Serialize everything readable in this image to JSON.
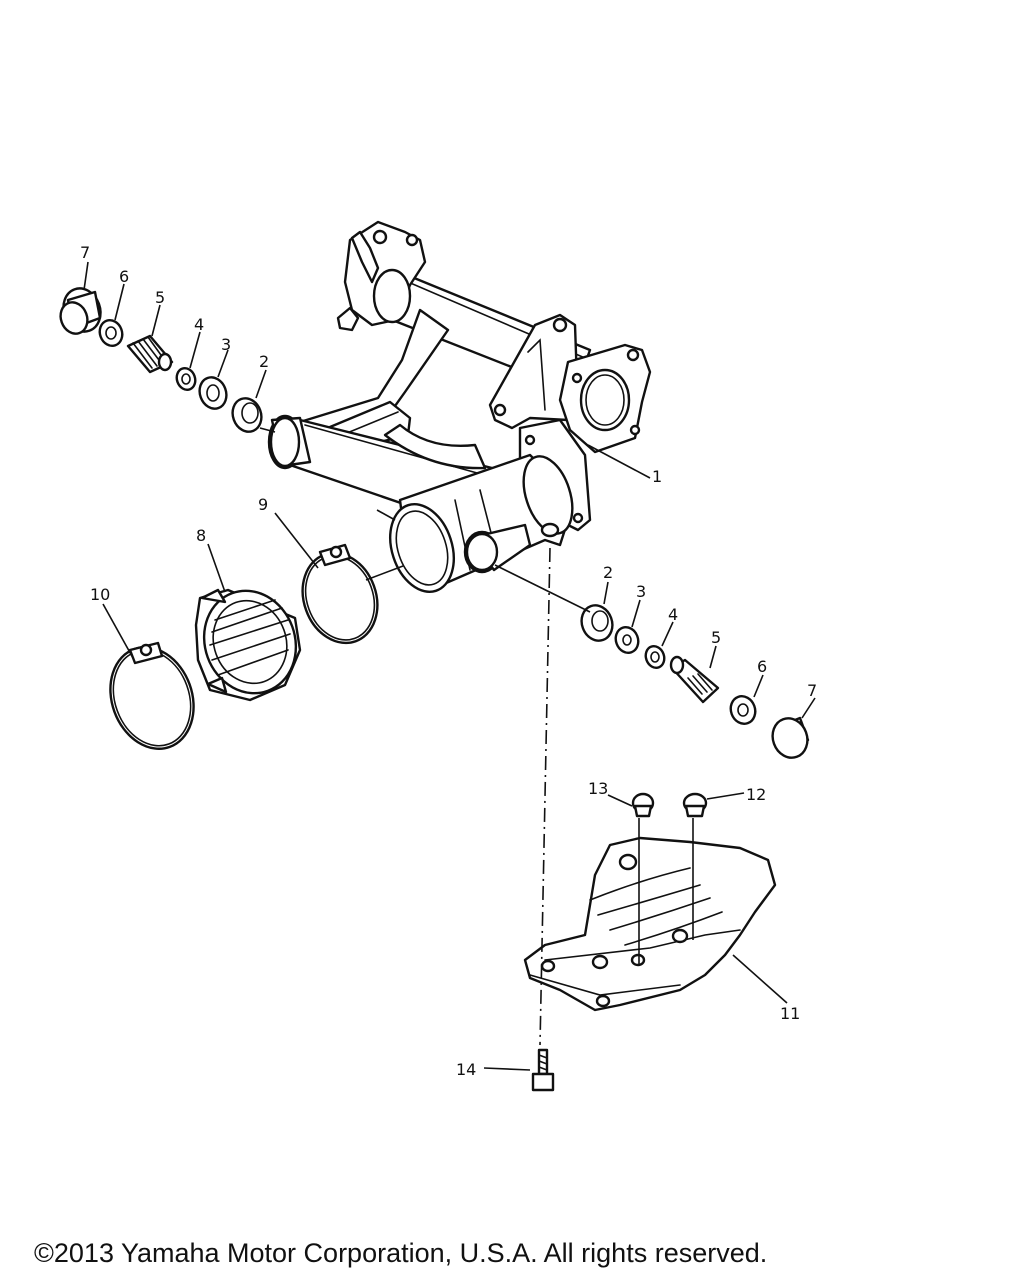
{
  "callouts": {
    "c1": "1",
    "c2a": "2",
    "c2b": "2",
    "c3a": "3",
    "c3b": "3",
    "c4a": "4",
    "c4b": "4",
    "c5a": "5",
    "c5b": "5",
    "c6a": "6",
    "c6b": "6",
    "c7a": "7",
    "c7b": "7",
    "c8": "8",
    "c9": "9",
    "c10": "10",
    "c11": "11",
    "c12": "12",
    "c13": "13",
    "c14": "14"
  },
  "footer": {
    "copyright": "©2013 Yamaha Motor Corporation, U.S.A. All rights reserved."
  }
}
